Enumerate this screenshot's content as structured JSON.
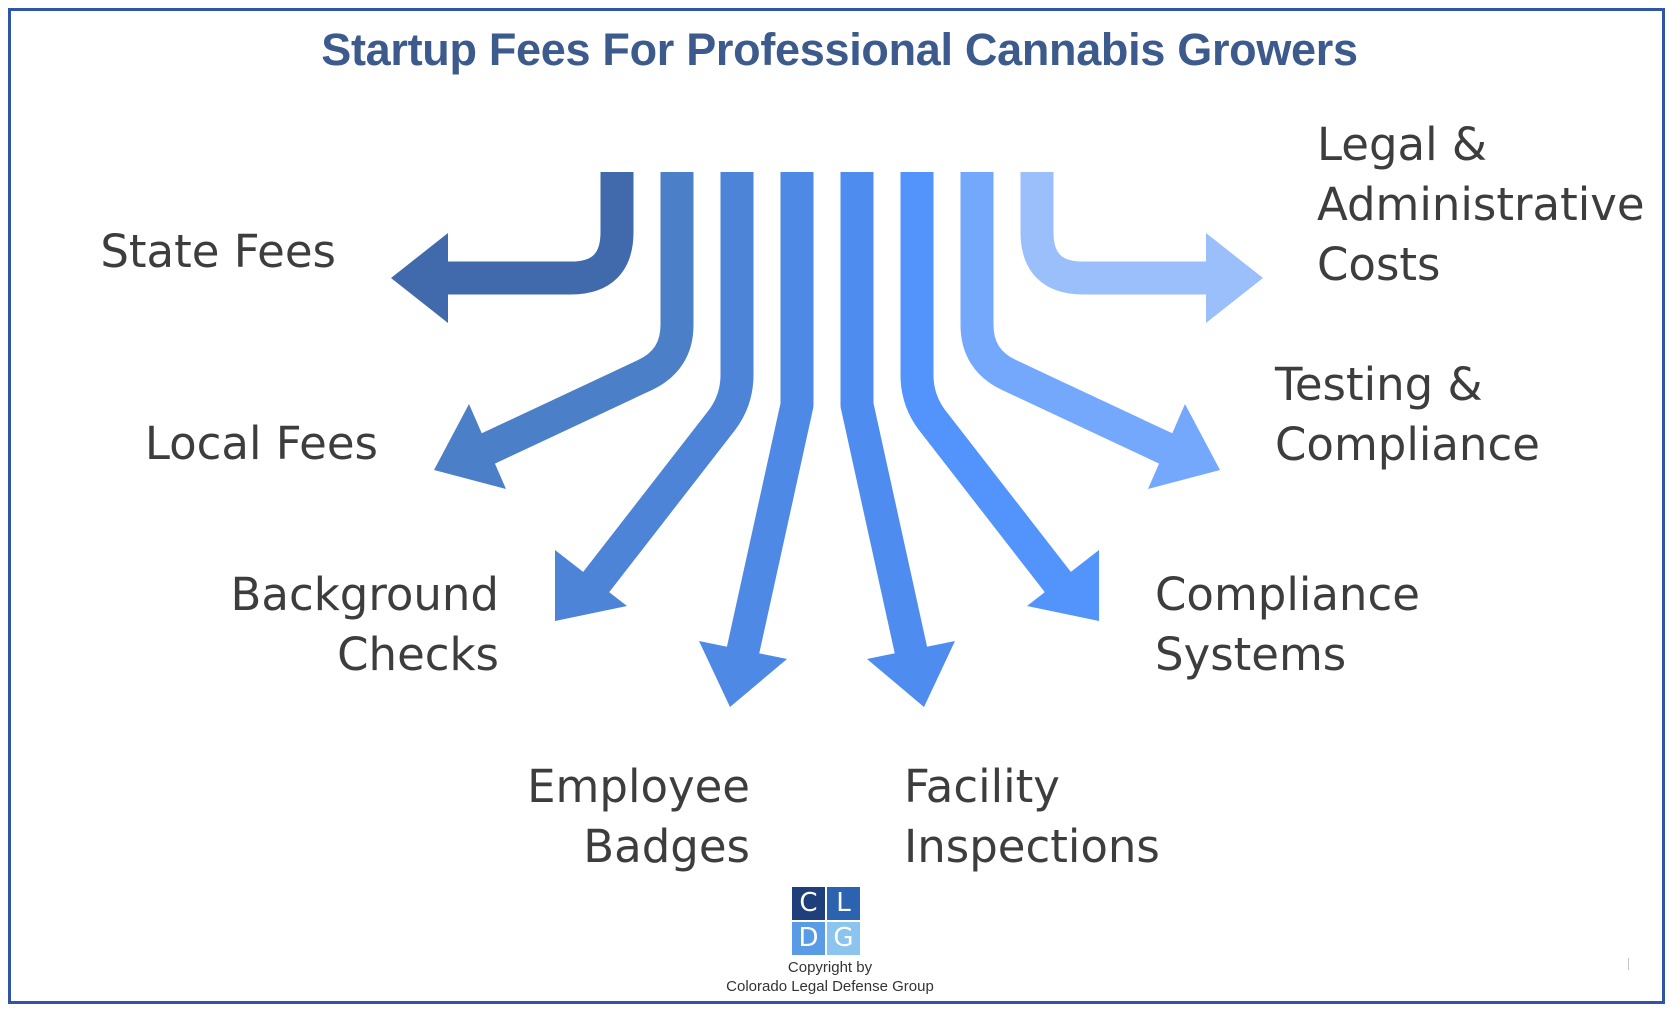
{
  "title": "Startup Fees For Professional Cannabis Growers",
  "categories": [
    {
      "lines": [
        "State Fees"
      ],
      "color": "#406aac"
    },
    {
      "lines": [
        "Local Fees"
      ],
      "color": "#4b7fc7"
    },
    {
      "lines": [
        "Background",
        "Checks"
      ],
      "color": "#4d84d8"
    },
    {
      "lines": [
        "Employee",
        "Badges"
      ],
      "color": "#4e89e5"
    },
    {
      "lines": [
        "Facility",
        "Inspections"
      ],
      "color": "#4e8cf0"
    },
    {
      "lines": [
        "Compliance",
        "Systems"
      ],
      "color": "#5294fb"
    },
    {
      "lines": [
        "Testing &",
        "Compliance"
      ],
      "color": "#74a8fc"
    },
    {
      "lines": [
        "Legal &",
        "Administrative",
        "Costs"
      ],
      "color": "#9bbffb"
    }
  ],
  "logo": {
    "letters": [
      "C",
      "L",
      "D",
      "G"
    ],
    "colors": [
      "#1f3f7a",
      "#2c63b0",
      "#5a9be6",
      "#8cc4f0"
    ]
  },
  "copyright": {
    "line1": "Copyright by",
    "line2": "Colorado Legal Defense Group"
  }
}
